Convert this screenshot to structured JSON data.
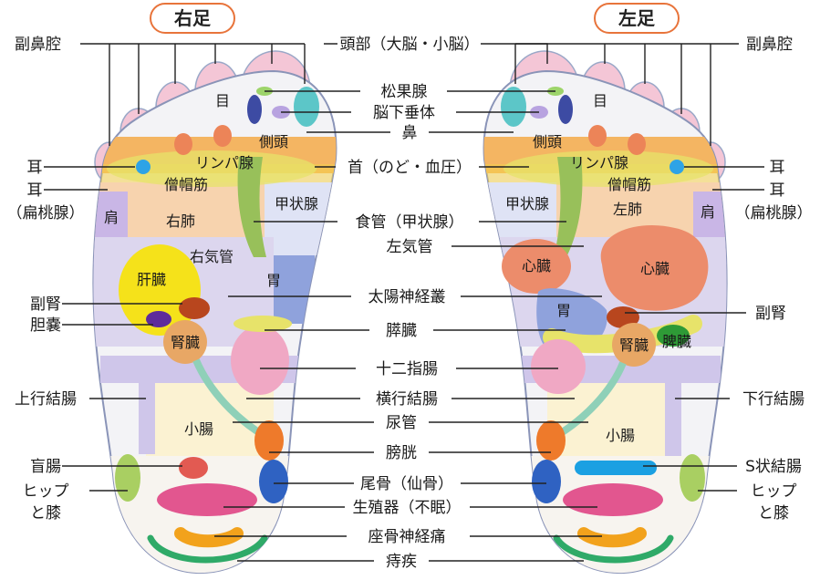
{
  "titles": {
    "right": "右足",
    "left": "左足"
  },
  "colors": {
    "accent_orange": "#e8743b",
    "toe_pink": "#f4c6d6",
    "sinus_teal": "#5cc6c8",
    "lymph_yellow": "#e7e36a",
    "neck_orange": "#f4b562",
    "shoulder_lavender": "#c9b6e6",
    "lung_peach": "#f7d3ae",
    "thyroid_green": "#98c05a",
    "liver_yellow": "#f5e21a",
    "stomach_blue": "#8fa2dc",
    "heart_salmon": "#ec8c6b",
    "intestine_cream": "#fbf2d2",
    "bladder_orange": "#ee7a2b",
    "coccyx_blue": "#2f62c2",
    "genital_pink": "#e2568f",
    "sciatic_orange": "#f2a21c",
    "hemorrhoid_green": "#2faa68",
    "spleen_green": "#2e9a36",
    "sigmoid_blue": "#1ba0e2"
  },
  "outer_labels": {
    "r_sinus": "副鼻腔",
    "r_ear": "耳",
    "r_ear2": "耳",
    "r_tonsil": "（扁桃腺）",
    "r_adrenal": "副腎",
    "r_gallbladder": "胆嚢",
    "r_ascending_colon": "上行結腸",
    "r_cecum": "盲腸",
    "r_hip1": "ヒップ",
    "r_hip2": "と膝",
    "l_sinus": "副鼻腔",
    "l_ear": "耳",
    "l_ear2": "耳",
    "l_tonsil": "（扁桃腺）",
    "l_adrenal": "副腎",
    "l_descending_colon": "下行結腸",
    "l_sigmoid_colon": "S状結腸",
    "l_hip1": "ヒップ",
    "l_hip2": "と膝"
  },
  "center_labels": {
    "head": "頭部（大脳・小脳）",
    "pineal": "松果腺",
    "pituitary": "脳下垂体",
    "nose": "鼻",
    "neck": "首（のど・血圧）",
    "esophagus": "食管（甲状腺）",
    "left_bronchus": "左気管",
    "solar_plexus": "太陽神経叢",
    "pancreas": "膵臓",
    "duodenum": "十二指腸",
    "transverse_colon": "横行結腸",
    "ureter": "尿管",
    "bladder": "膀胱",
    "coccyx": "尾骨（仙骨）",
    "genitals": "生殖器（不眠）",
    "sciatic": "座骨神経痛",
    "hemorrhoids": "痔疾"
  },
  "right_foot_labels": {
    "eye": "目",
    "temple": "側頭",
    "lymph": "リンパ腺",
    "trapezius": "僧帽筋",
    "shoulder": "肩",
    "lung": "右肺",
    "thyroid": "甲状腺",
    "bronchus": "右気管",
    "liver": "肝臓",
    "stomach": "胃",
    "kidney": "腎臓",
    "small_intestine": "小腸"
  },
  "left_foot_labels": {
    "eye": "目",
    "temple": "側頭",
    "lymph": "リンパ腺",
    "trapezius": "僧帽筋",
    "shoulder": "肩",
    "lung": "左肺",
    "thyroid": "甲状腺",
    "heart_small": "心臓",
    "heart": "心臓",
    "stomach": "胃",
    "kidney": "腎臓",
    "spleen": "脾臓",
    "small_intestine": "小腸"
  }
}
